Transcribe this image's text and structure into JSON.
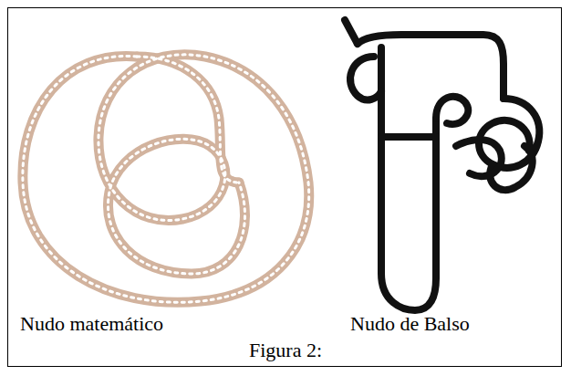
{
  "diagram": {
    "caption": "Figura 2:",
    "labels": [
      "Nudo matemático",
      "Nudo de Balso"
    ]
  }
}
